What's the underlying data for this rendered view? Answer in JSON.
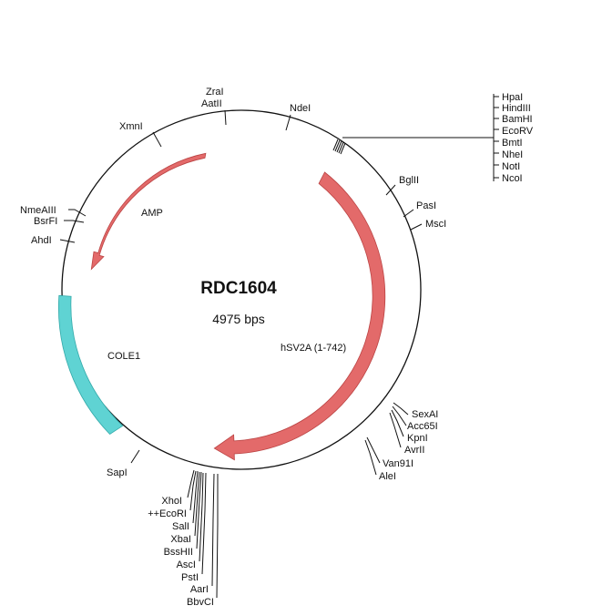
{
  "plasmid": {
    "name": "RDC1604",
    "size_label": "4975 bps"
  },
  "colors": {
    "backbone": "#111111",
    "amp": "#e36a6a",
    "hsv2a": "#e36a6a",
    "cole1": "#5fd3d3"
  },
  "features": {
    "amp": {
      "label": "AMP"
    },
    "hsv2a": {
      "label": "hSV2A (1-742)"
    },
    "cole1": {
      "label": "COLE1"
    }
  },
  "sites": {
    "zrai": "ZraI",
    "aatii": "AatII",
    "ndei": "NdeI",
    "xmni": "XmnI",
    "nmeaiii": "NmeAIII",
    "bsrfi": "BsrFI",
    "ahdi": "AhdI",
    "bglii": "BglII",
    "pasi": "PasI",
    "msci": "MscI",
    "sexai": "SexAI",
    "acc65i": "Acc65I",
    "kpni": "KpnI",
    "avrii": "AvrII",
    "van91i": "Van91I",
    "alei": "AleI",
    "sapi": "SapI"
  },
  "mcs_top": [
    "HpaI",
    "HindIII",
    "BamHI",
    "EcoRV",
    "BmtI",
    "NheI",
    "NotI",
    "NcoI"
  ],
  "mcs_bottom": [
    "XhoI",
    "++EcoRI",
    "SalI",
    "XbaI",
    "BssHII",
    "AscI",
    "PstI",
    "AarI",
    "BbvCI"
  ]
}
